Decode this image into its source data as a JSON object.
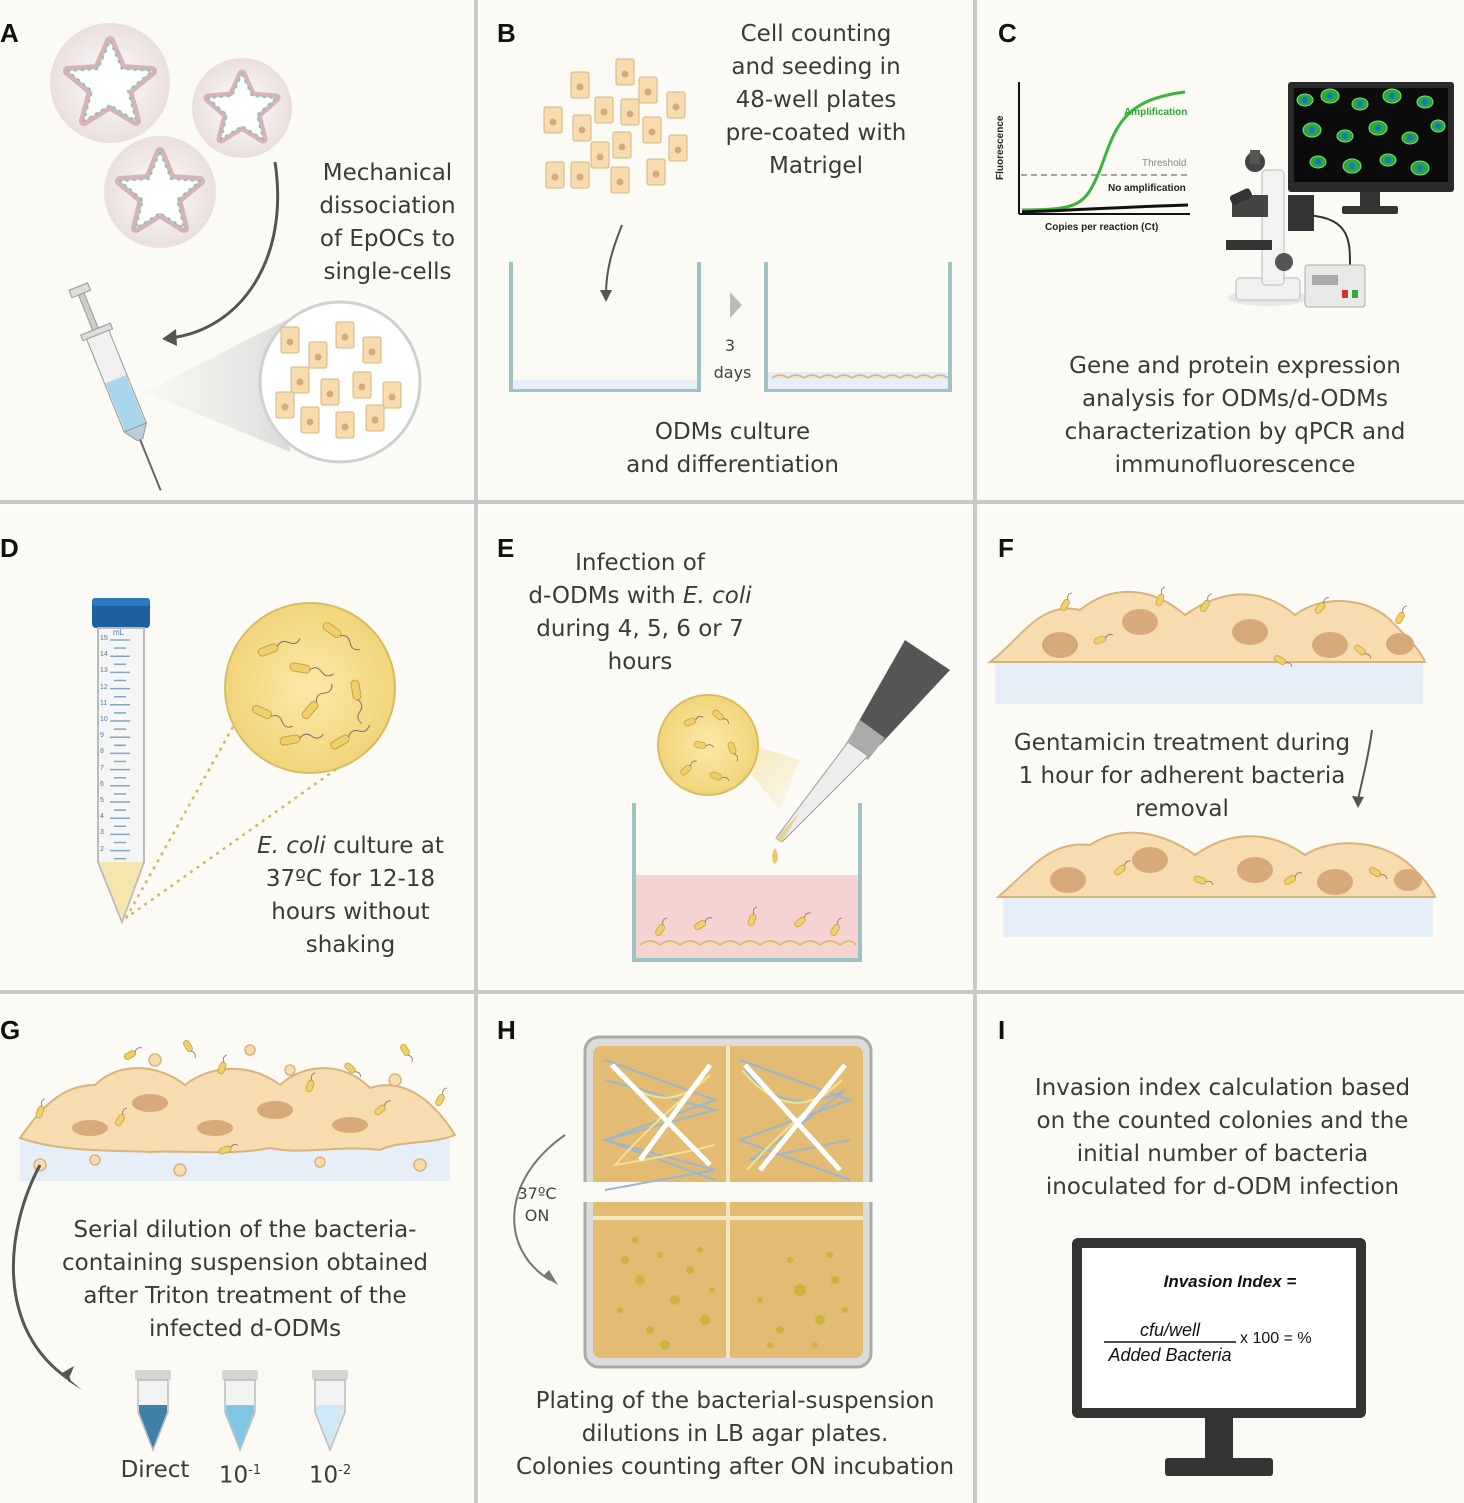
{
  "panels": [
    {
      "label": "A",
      "text": "Mechanical dissociation of EpOCs to single-cells"
    },
    {
      "label": "B",
      "text_top": "Cell counting and seeding in 48-well plates pre-coated with Matrigel",
      "days": "3",
      "days_unit": "days",
      "text_bottom_1": "ODMs culture",
      "text_bottom_2": "and differentiation"
    },
    {
      "label": "C",
      "text": "Gene and protein expression analysis for ODMs/d-ODMs characterization by qPCR and immunofluorescence",
      "qpcr": {
        "ylabel": "Fluorescence",
        "xlabel": "Copies per reaction (Ct)",
        "amplification": "Amplification",
        "threshold": "Threshold",
        "no_amplification": "No amplification"
      }
    },
    {
      "label": "D",
      "species": "E. coli",
      "text": " culture at 37ºC for 12-18 hours without shaking",
      "tube_unit": "mL",
      "tube_marks": [
        "15",
        "14",
        "13",
        "12",
        "11",
        "10",
        "9",
        "8",
        "7",
        "6",
        "5",
        "4",
        "3",
        "2"
      ]
    },
    {
      "label": "E",
      "text_1": "Infection of",
      "text_2a": "d-ODMs with ",
      "species": "E. coli",
      "text_3": "during 4, 5, 6 or 7",
      "text_4": "hours"
    },
    {
      "label": "F",
      "text": "Gentamicin treatment during 1 hour for adherent bacteria removal"
    },
    {
      "label": "G",
      "text": "Serial dilution of the bacteria-containing suspension obtained after Triton treatment of the infected d-ODMs",
      "tubes": [
        {
          "label": "Direct"
        },
        {
          "label": "10",
          "sup": "-1"
        },
        {
          "label": "10",
          "sup": "-2"
        }
      ]
    },
    {
      "label": "H",
      "incubation_1": "37ºC",
      "incubation_2": "ON",
      "text_1": "Plating of the bacterial-suspension",
      "text_2": "dilutions in LB agar plates.",
      "text_3": "Colonies counting after ON incubation"
    },
    {
      "label": "I",
      "text": "Invasion index calculation based on the counted colonies and the initial number of bacteria inoculated for d-ODM infection",
      "formula": {
        "title": "Invasion Index =",
        "numerator": "cfu/well",
        "denominator": "Added Bacteria",
        "suffix": "x 100 = %"
      }
    }
  ],
  "colors": {
    "panel_bg": "#fbfaf4",
    "divider": "#c9c9c9",
    "cell": "#f6dcae",
    "cell_edge": "#d9b37e",
    "nucleus": "#d8a97a",
    "bacteria": "#efd06a",
    "green": "#2ea52e",
    "agar": "#e3bb73"
  }
}
